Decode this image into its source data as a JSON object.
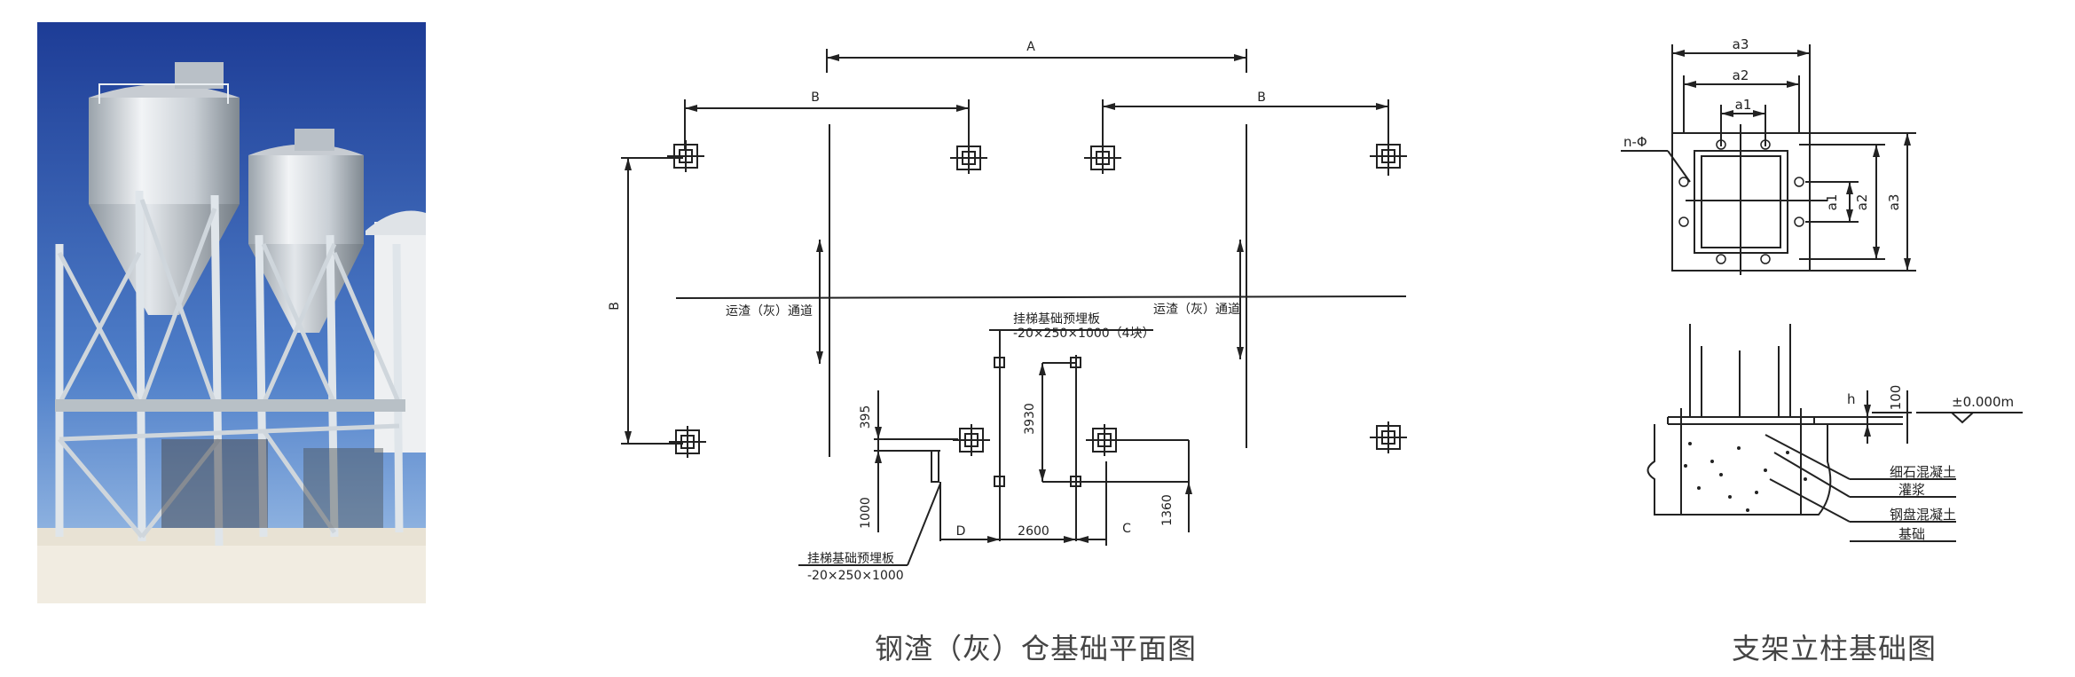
{
  "plan": {
    "caption": "钢渣（灰）仓基础平面图",
    "dim_A": "A",
    "dim_B_left": "B",
    "dim_B_right": "B",
    "dim_B_vertical": "B",
    "road_left": "运渣（灰）通道",
    "road_right": "运渣（灰）通道",
    "plate_top_title": "挂梯基础预埋板",
    "plate_top_spec": "-20×250×1000（4块）",
    "plate_bottom_title": "挂梯基础预埋板",
    "plate_bottom_spec": "-20×250×1000",
    "dim_395": "395",
    "dim_1000": "1000",
    "dim_3930": "3930",
    "dim_1360": "1360",
    "dim_D": "D",
    "dim_2600": "2600",
    "dim_C": "C"
  },
  "detail": {
    "caption": "支架立柱基础图",
    "a3_top": "a3",
    "a2_top": "a2",
    "a1_top": "a1",
    "n_phi": "n-Φ",
    "a1_side": "a1",
    "a2_side": "a2",
    "a3_side": "a3",
    "h": "h",
    "dim_100": "100",
    "elevation": "±0.000m",
    "label_fine_concrete": "细石混凝土",
    "label_grout": "灌浆",
    "label_steel_concrete": "钢盘混凝土",
    "label_foundation": "基础"
  },
  "colors": {
    "sky_top": "#1f3f9a",
    "sky_bottom": "#8fb6e3",
    "steel": "#d8dde2",
    "ground": "#e6e0d2"
  }
}
